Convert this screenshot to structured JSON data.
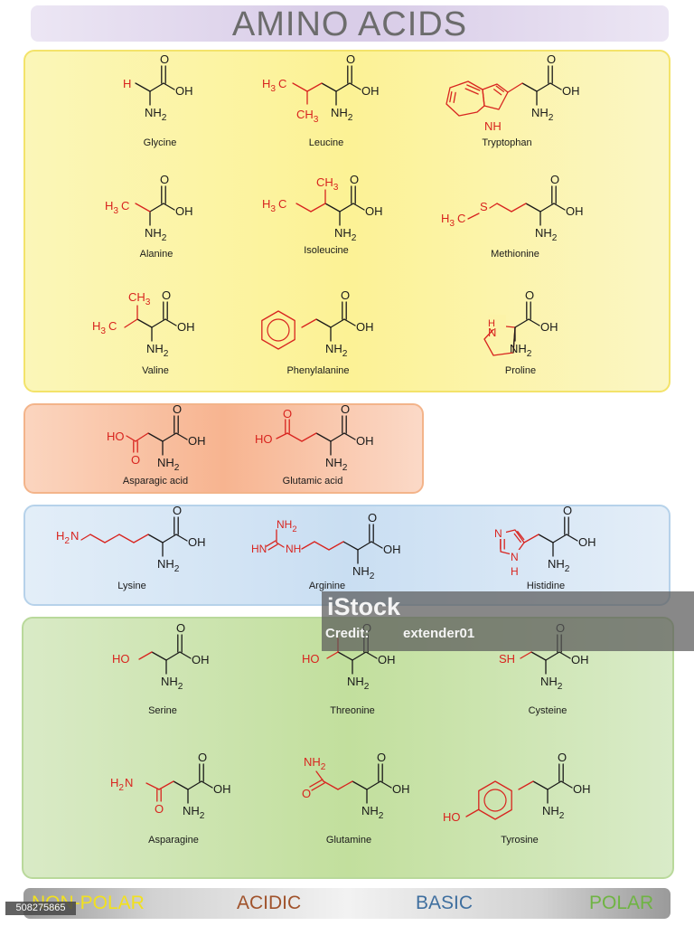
{
  "title": "AMINO ACIDS",
  "colors": {
    "bond": "#1a1a1a",
    "side_chain": "#d8241f",
    "nonpolar": "#f2e11e",
    "acidic": "#a0532c",
    "basic": "#3f6f9f",
    "polar": "#6fb443"
  },
  "groups": {
    "nonpolar": {
      "name": "NON-POLAR",
      "acids": [
        {
          "name": "Glycine",
          "side_chain": "H"
        },
        {
          "name": "Leucine",
          "side_chain": "isobutyl"
        },
        {
          "name": "Tryptophan",
          "side_chain": "indole"
        },
        {
          "name": "Alanine",
          "side_chain": "methyl"
        },
        {
          "name": "Isoleucine",
          "side_chain": "sec-butyl"
        },
        {
          "name": "Methionine",
          "side_chain": "methylthioethyl"
        },
        {
          "name": "Valine",
          "side_chain": "isopropyl"
        },
        {
          "name": "Phenylalanine",
          "side_chain": "benzyl"
        },
        {
          "name": "Proline",
          "side_chain": "pyrrolidine"
        }
      ]
    },
    "acidic": {
      "name": "ACIDIC",
      "acids": [
        {
          "name": "Asparagic acid",
          "side_chain": "carboxymethyl"
        },
        {
          "name": "Glutamic acid",
          "side_chain": "carboxyethyl"
        }
      ]
    },
    "basic": {
      "name": "BASIC",
      "acids": [
        {
          "name": "Lysine",
          "side_chain": "aminobutyl"
        },
        {
          "name": "Arginine",
          "side_chain": "guanidinopropyl"
        },
        {
          "name": "Histidine",
          "side_chain": "imidazole"
        }
      ]
    },
    "polar": {
      "name": "POLAR",
      "acids": [
        {
          "name": "Serine",
          "side_chain": "hydroxymethyl"
        },
        {
          "name": "Threonine",
          "side_chain": "hydroxyethyl"
        },
        {
          "name": "Cysteine",
          "side_chain": "thiomethyl"
        },
        {
          "name": "Asparagine",
          "side_chain": "carbamoylmethyl"
        },
        {
          "name": "Glutamine",
          "side_chain": "carbamoylethyl"
        },
        {
          "name": "Tyrosine",
          "side_chain": "hydroxybenzyl"
        }
      ]
    }
  },
  "atoms": {
    "oh": "OH",
    "o": "O",
    "n": "N",
    "nh": "NH",
    "nh2": "NH",
    "h2n": "H",
    "h": "H",
    "h3c": "H",
    "ch3": "CH",
    "s": "S",
    "sh": "SH",
    "ho": "HO",
    "hn": "HN",
    "sub2": "2",
    "sub3": "3"
  },
  "watermark": {
    "site": "iStock",
    "credit": "Credit:",
    "user": "extender01",
    "id": "508275865"
  }
}
